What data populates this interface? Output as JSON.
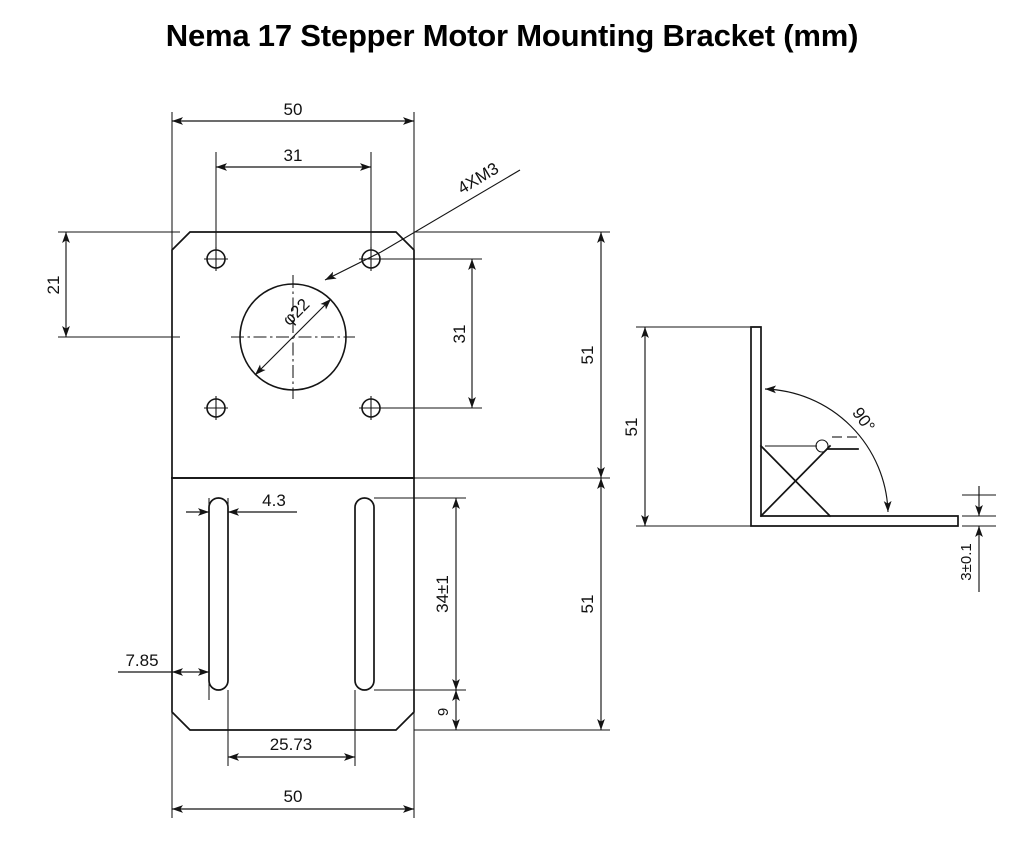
{
  "document": {
    "title": "Nema 17 Stepper Motor Mounting Bracket (mm)",
    "units": "mm",
    "drawing_type": "mechanical-engineering-drawing"
  },
  "front_view": {
    "name": "front-view",
    "dimensions": {
      "overall_width_top": "50",
      "overall_width_bottom": "50",
      "hole_pattern_width": "31",
      "hole_pattern_height": "31",
      "top_edge_to_center": "21",
      "upper_plate_height": "51",
      "lower_plate_height": "51",
      "bore_diameter": "φ22",
      "thread_callout": "4XM3",
      "slot_width": "4.3",
      "slot_length": "34±1",
      "slot_bottom_offset": "9",
      "slot_edge_offset": "7.85",
      "slot_spacing": "25.73"
    }
  },
  "side_view": {
    "name": "side-view",
    "dimensions": {
      "vertical_leg_height": "51",
      "bend_angle": "90°",
      "material_thickness": "3±0.1"
    }
  },
  "colors": {
    "line": "#141414",
    "background": "#ffffff",
    "text": "#111111"
  }
}
